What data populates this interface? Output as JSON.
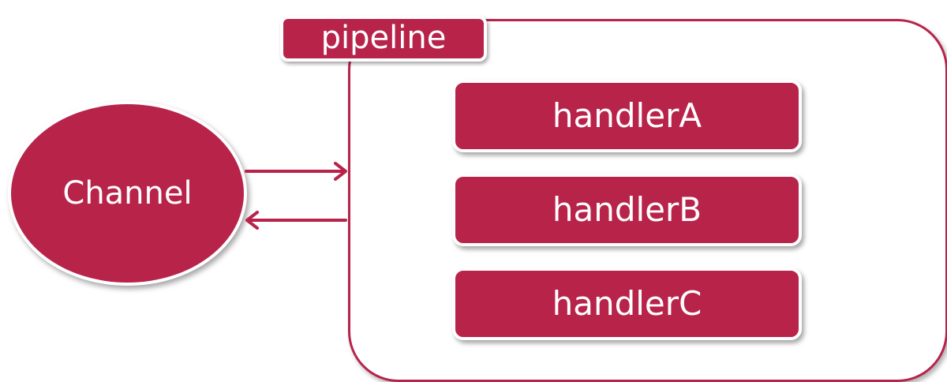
{
  "diagram": {
    "channel_label": "Channel",
    "pipeline_label": "pipeline",
    "handlers": [
      {
        "label": "handlerA"
      },
      {
        "label": "handlerB"
      },
      {
        "label": "handlerC"
      }
    ],
    "colors": {
      "fill": "#b8234a",
      "text": "#ffffff",
      "background": "#ffffff"
    }
  }
}
